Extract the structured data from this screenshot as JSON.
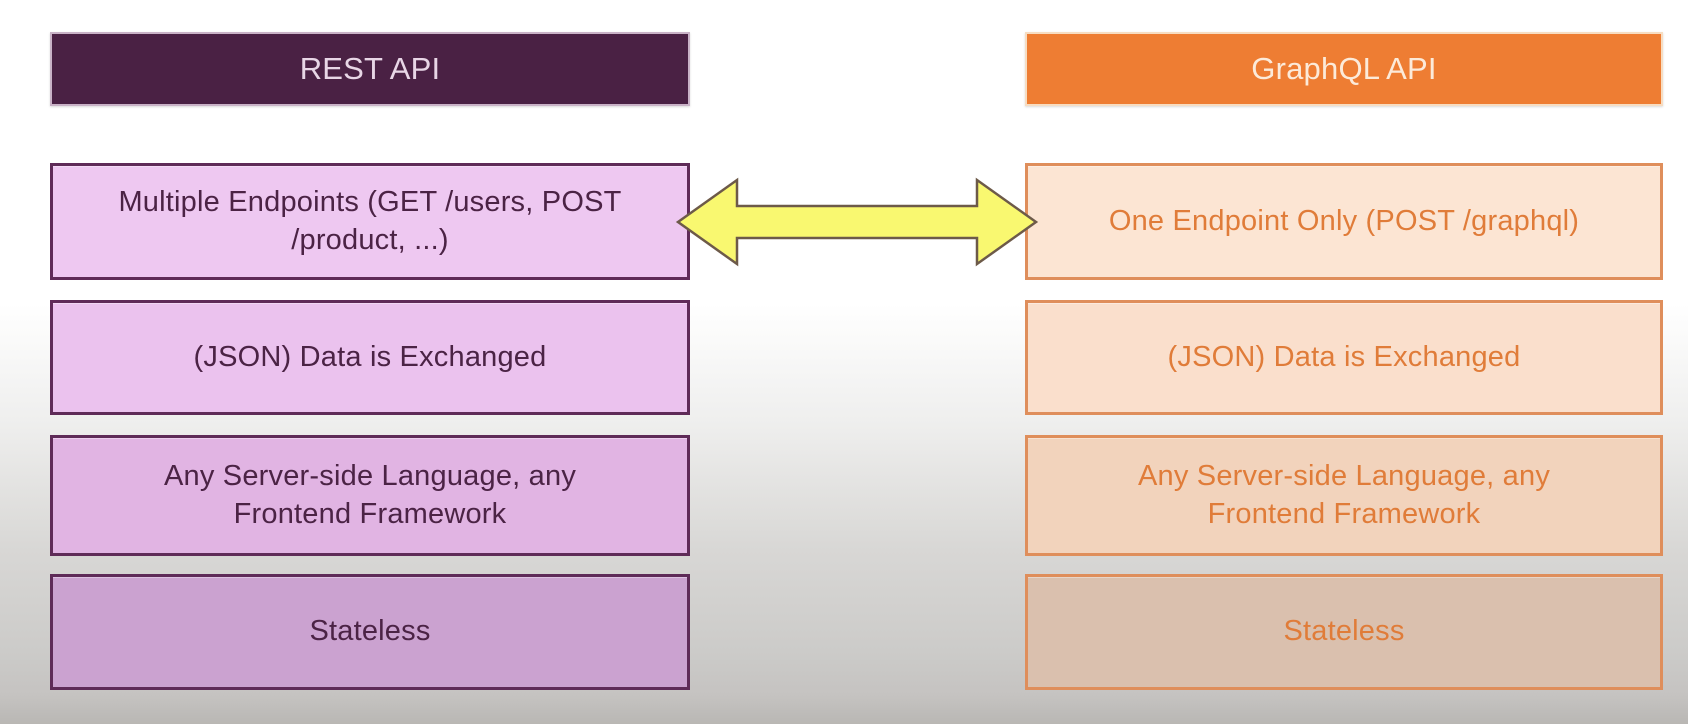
{
  "slide": {
    "rest": {
      "header": {
        "label": "REST API",
        "bg": "#4a2144",
        "border": "#c9b2c7",
        "text": "#e8d6e6"
      },
      "border": "#5f2b58",
      "text": "#4b2345",
      "rows": [
        {
          "lines": [
            "Multiple Endpoints (GET /users, POST",
            "/product, ...)"
          ],
          "bg": "#eec8f1"
        },
        {
          "lines": [
            "(JSON) Data is Exchanged"
          ],
          "bg": "#ebc2ee"
        },
        {
          "lines": [
            "Any Server-side Language, any",
            "Frontend Framework"
          ],
          "bg": "#e1b4e3"
        },
        {
          "lines": [
            "Stateless"
          ],
          "bg": "#cba2d0"
        }
      ]
    },
    "graphql": {
      "header": {
        "label": "GraphQL API",
        "bg": "#ee7d33",
        "border": "#f7ddc2",
        "text": "#fcead9"
      },
      "border": "#df8e5b",
      "text": "#e07c39",
      "rows": [
        {
          "lines": [
            "One Endpoint Only (POST /graphql)"
          ],
          "bg": "#fce5d3"
        },
        {
          "lines": [
            "(JSON) Data is Exchanged"
          ],
          "bg": "#fadfcc"
        },
        {
          "lines": [
            "Any Server-side Language, any",
            "Frontend Framework"
          ],
          "bg": "#f2d3bc"
        },
        {
          "lines": [
            "Stateless"
          ],
          "bg": "#dac0ae"
        }
      ]
    },
    "arrow": {
      "fill": "#f9f870",
      "stroke": "#6d5a49"
    }
  }
}
